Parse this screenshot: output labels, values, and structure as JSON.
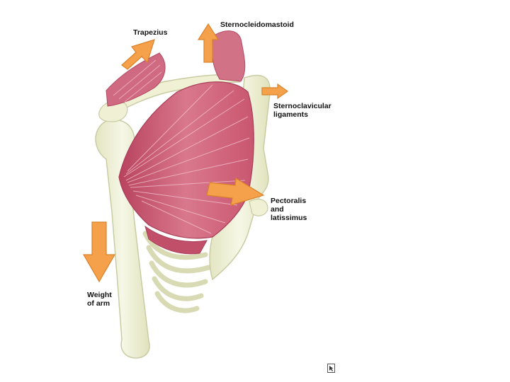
{
  "labels": {
    "trapezius": "Trapezius",
    "sternocleidomastoid": "Sternocleidomastoid",
    "sternoclavicular_line1": "Sternoclavicular",
    "sternoclavicular_line2": "ligaments",
    "pectoralis_line1": "Pectoralis",
    "pectoralis_line2": "and",
    "pectoralis_line3": "latissimus",
    "weight_line1": "Weight",
    "weight_line2": "of arm"
  },
  "icons": {
    "arrow": "force-arrow-icon",
    "cursor": "cursor-icon"
  },
  "colors": {
    "arrow_fill": "#F5A04A",
    "arrow_stroke": "#D9822B",
    "muscle": "#C5506A",
    "muscle_light": "#E7A9B7",
    "bone": "#EFF0D4",
    "bone_stroke": "#C9CCA3",
    "label_text": "#111111"
  }
}
